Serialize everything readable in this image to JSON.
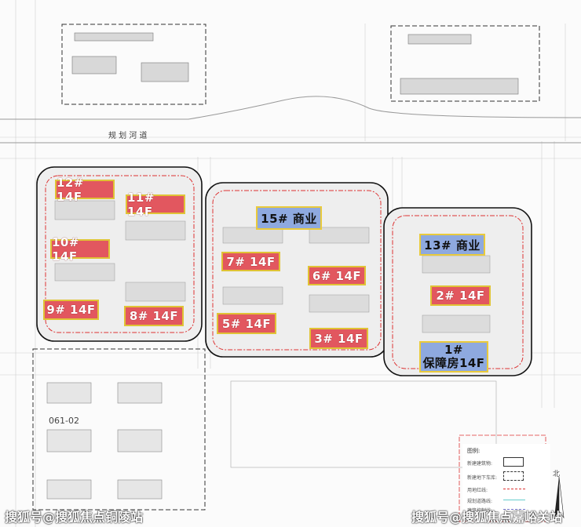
{
  "buildings": [
    {
      "id": "b12",
      "label": "12# 14F",
      "kind": "residential"
    },
    {
      "id": "b11",
      "label": "11# 14F",
      "kind": "residential"
    },
    {
      "id": "b10",
      "label": "10# 14F",
      "kind": "residential"
    },
    {
      "id": "b9",
      "label": "9# 14F",
      "kind": "residential"
    },
    {
      "id": "b8",
      "label": "8# 14F",
      "kind": "residential"
    },
    {
      "id": "b15",
      "label": "15# 商业",
      "kind": "commercial"
    },
    {
      "id": "b7",
      "label": "7# 14F",
      "kind": "residential"
    },
    {
      "id": "b6",
      "label": "6# 14F",
      "kind": "residential"
    },
    {
      "id": "b5",
      "label": "5# 14F",
      "kind": "residential"
    },
    {
      "id": "b3",
      "label": "3# 14F",
      "kind": "residential"
    },
    {
      "id": "b13",
      "label": "13# 商业",
      "kind": "commercial"
    },
    {
      "id": "b2",
      "label": "2# 14F",
      "kind": "residential"
    },
    {
      "id": "b1",
      "line1": "1#",
      "line2": "保障房14F",
      "kind": "affordable-housing"
    }
  ],
  "map_labels": {
    "canal": "规  划  河  道",
    "parcel": "061-02",
    "north": "北"
  },
  "legend": {
    "title": "图例:",
    "items": [
      "新建建筑物:",
      "新建地下车库:",
      "用地红线:",
      "规划道路线:",
      "建筑控制线:"
    ]
  },
  "watermarks": {
    "left": "搜狐号@搜狐焦点铜陵站",
    "right": "搜狐号@搜狐焦点嘉峪关站"
  },
  "colors": {
    "residential": "#e2575f",
    "commercial": "#8ea9df",
    "outline": "#e0c335",
    "redline": "#d33",
    "boundary": "#111"
  }
}
